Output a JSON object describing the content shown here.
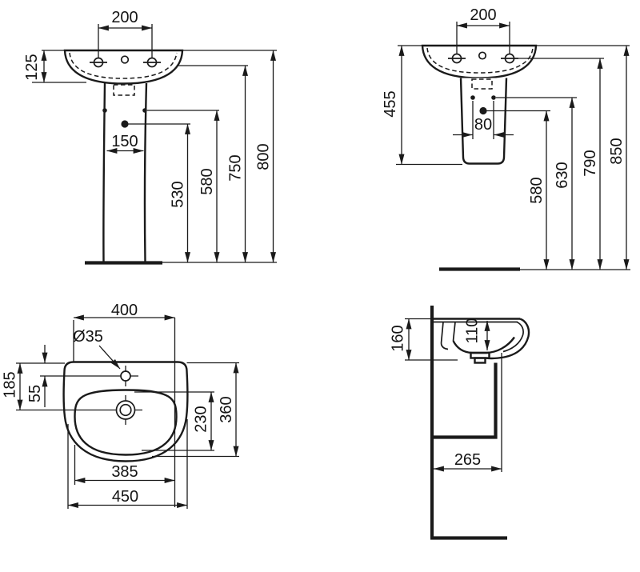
{
  "drawing": {
    "background": "#ffffff",
    "line_color": "#1a1a1a",
    "views": {
      "front_pedestal": {
        "dims": {
          "tap_centres": "200",
          "rim_depth": "125",
          "pedestal_width": "150",
          "waste_height": "530",
          "fixing_holes_height": "580",
          "rim_rear_height": "750",
          "overall_height": "800"
        }
      },
      "front_semi_pedestal": {
        "dims": {
          "tap_centres": "200",
          "basin_semi_pedestal_height": "455",
          "fixing_centres": "80",
          "waste_height": "580",
          "fixing_holes_height": "630",
          "rim_rear_height": "790",
          "overall_height": "850"
        }
      },
      "plan": {
        "dims": {
          "rear_width": "400",
          "tap_hole_diameter": "Ø35",
          "waste_setback": "185",
          "tap_hole_setback": "55",
          "bowl_depth": "230",
          "overall_depth": "360",
          "bowl_width": "385",
          "overall_width": "450"
        }
      },
      "side": {
        "dims": {
          "rim_front_depth": "160",
          "bowl_inner_depth": "110",
          "waste_wall_offset": "265"
        }
      }
    }
  }
}
